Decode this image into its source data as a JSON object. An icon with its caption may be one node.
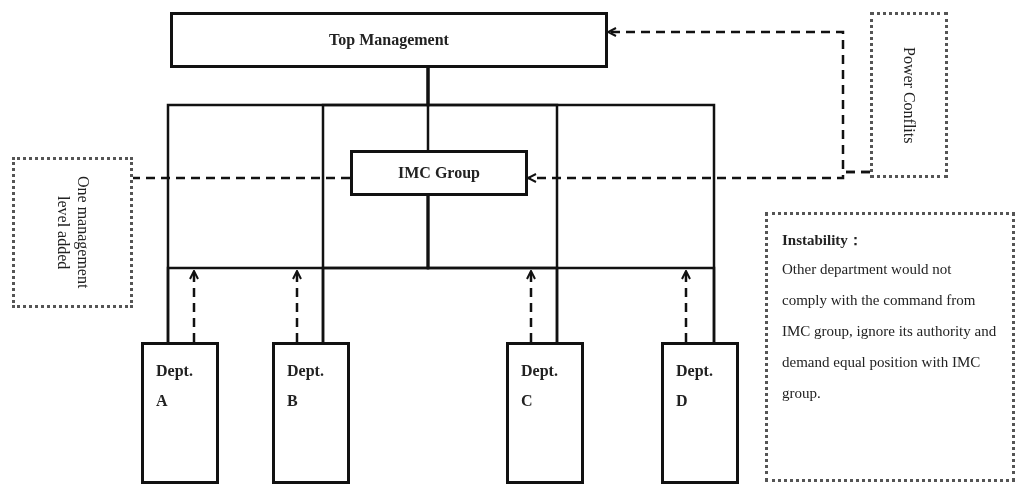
{
  "diagram": {
    "nodes": [
      {
        "text": [
          "Top Management"
        ]
      },
      {
        "text": [
          "IMC Group"
        ]
      },
      {
        "text": [
          "One management level added"
        ]
      },
      {
        "text": [
          "Power Conflits"
        ]
      },
      {
        "text": [
          "Dept.",
          "A"
        ]
      },
      {
        "text": [
          "Dept.",
          "B"
        ]
      },
      {
        "text": [
          "Dept.",
          "C"
        ]
      },
      {
        "text": [
          "Dept.",
          "D"
        ]
      },
      {
        "text": [
          "Instability：",
          "Other department would not comply with the command from IMC group, ignore its authority and demand equal position with IMC group."
        ]
      }
    ],
    "edges": [
      {
        "from": 0,
        "to": 4,
        "arrow": "none"
      },
      {
        "from": 0,
        "to": 5,
        "arrow": "none"
      },
      {
        "from": 0,
        "to": 6,
        "arrow": "none"
      },
      {
        "from": 0,
        "to": 7,
        "arrow": "none"
      },
      {
        "from": 0,
        "to": 1,
        "arrow": "none"
      },
      {
        "from": 1,
        "to": 4,
        "arrow": "none"
      },
      {
        "from": 1,
        "to": 5,
        "arrow": "none"
      },
      {
        "from": 1,
        "to": 6,
        "arrow": "none"
      },
      {
        "from": 1,
        "to": 7,
        "arrow": "none"
      },
      {
        "from": 4,
        "to": null,
        "arrow": "to",
        "style": "dashed"
      },
      {
        "from": 5,
        "to": null,
        "arrow": "to",
        "style": "dashed"
      },
      {
        "from": 6,
        "to": null,
        "arrow": "to",
        "style": "dashed"
      },
      {
        "from": 7,
        "to": null,
        "arrow": "to",
        "style": "dashed"
      },
      {
        "from": 3,
        "to": 0,
        "arrow": "to",
        "style": "dashed"
      },
      {
        "from": 3,
        "to": 1,
        "arrow": "to",
        "style": "dashed"
      },
      {
        "from": 1,
        "to": 2,
        "arrow": "none",
        "style": "dashed"
      }
    ]
  }
}
